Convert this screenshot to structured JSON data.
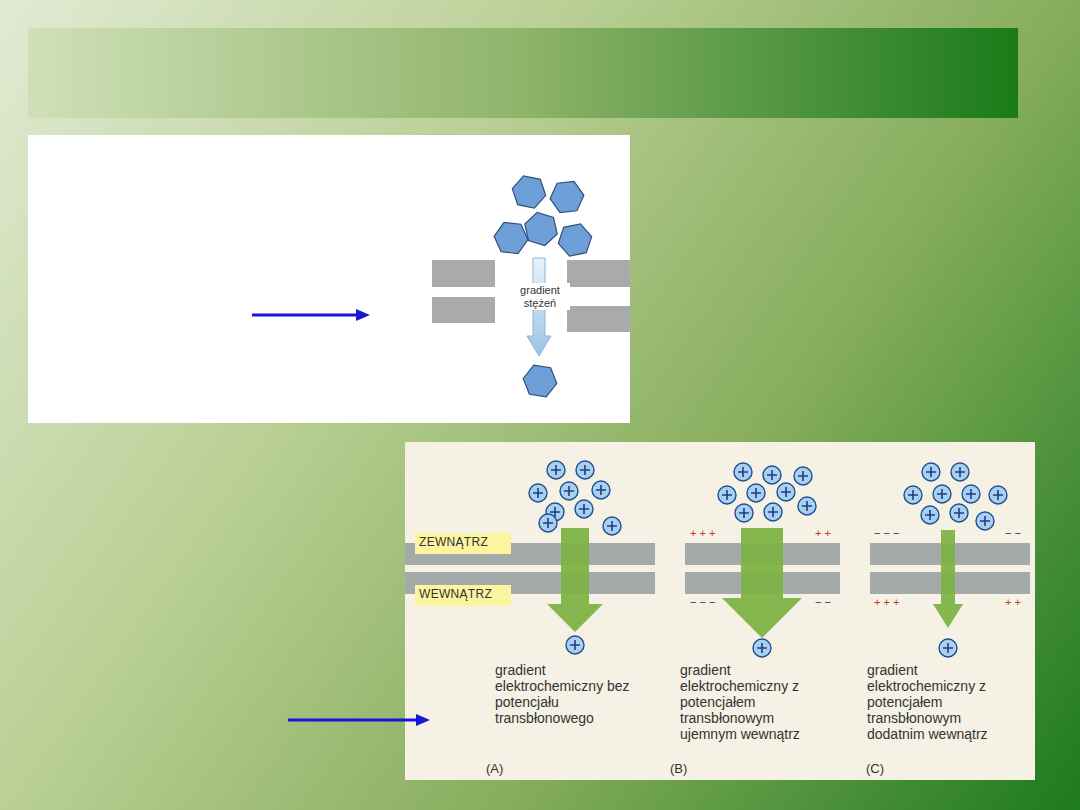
{
  "diagram": {
    "nodes": [
      {
        "text": [
          "ZEWNĄTRZ"
        ]
      },
      {
        "text": [
          "WEWNĄTRZ"
        ]
      }
    ],
    "labels": [
      "gradient stężeń",
      "gradient elektrochemiczny bez potencjału transbłonowego",
      "gradient elektrochemiczny z potencjałem transbłonowym ujemnym wewnątrz",
      "gradient elektrochemiczny z potencjałem transbłonowym dodatnim wewnątrz",
      "(A)",
      "(B)",
      "(C)",
      "+ + +",
      "+ +",
      "− − −",
      "− −",
      "− − −",
      "− −",
      "+ + +",
      "+ +"
    ]
  }
}
